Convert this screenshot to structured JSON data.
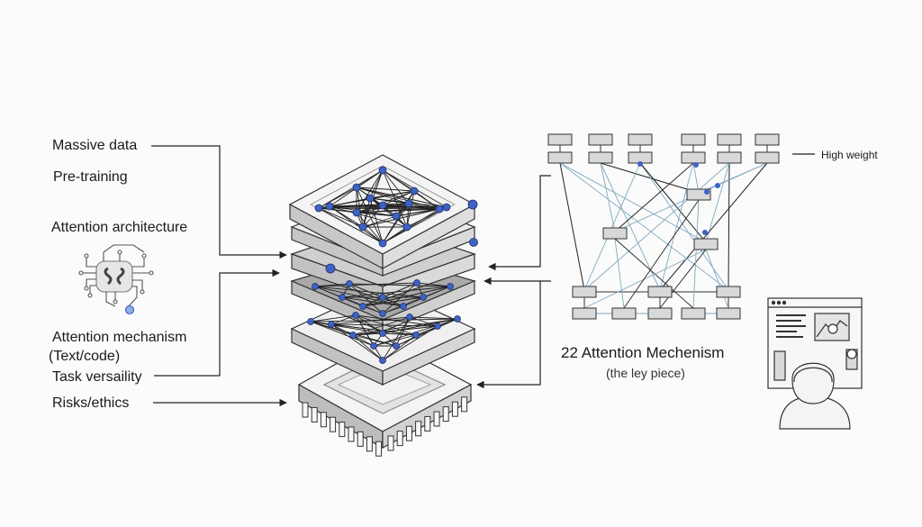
{
  "left_labels": {
    "massive_data": "Massive data",
    "pre_training": "Pre-training",
    "attention_architecture": "Attention architecture",
    "attention_mechanism": "Attention mechanism",
    "text_code": "(Text/code)",
    "task_versatility": "Task versaility",
    "risks_ethics": "Risks/ethics"
  },
  "right_panel": {
    "high_weight": "High weight",
    "caption": "22 Attention Mechenism",
    "subcaption": "(the ley piece)"
  },
  "icons": {
    "left": "circuit-chip-icon",
    "right": "person-at-screen-icon"
  },
  "colors": {
    "node_blue": "#3f63c4",
    "line_dark": "#222222",
    "line_light": "#7fa9c0",
    "layer_top": "#f2f2f2",
    "layer_mid": "#cfcfcf",
    "background": "#fbfbfb"
  }
}
